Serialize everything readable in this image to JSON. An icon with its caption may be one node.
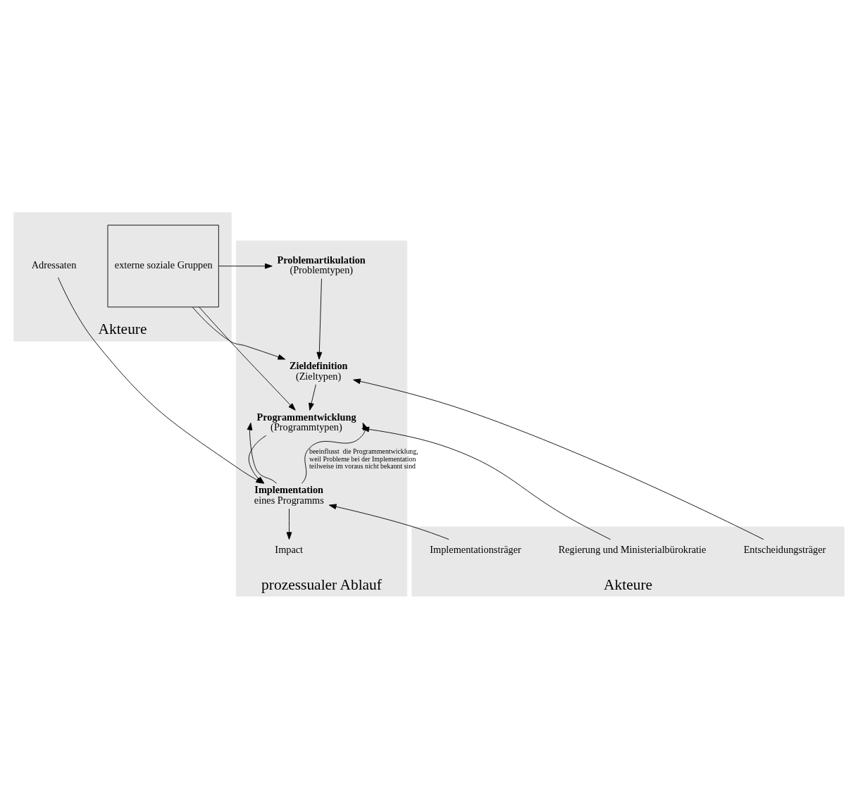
{
  "diagram": {
    "nodes": [
      {
        "text": [
          "Akteure"
        ]
      },
      {
        "text": [
          "prozessualer Ablauf"
        ]
      },
      {
        "text": [
          "Akteure"
        ]
      },
      {
        "text": [
          "Problemartikulation",
          "(Problemtypen)"
        ],
        "in": 1
      },
      {
        "text": [
          "Zieldefinition",
          "(Zieltypen)"
        ],
        "in": 1
      },
      {
        "text": [
          "Programmentwicklung",
          "(Programmtypen)"
        ],
        "in": 1
      },
      {
        "text": [
          "Implementation",
          "eines Programms"
        ],
        "in": 1
      },
      {
        "text": [
          "Impact"
        ],
        "in": 1
      },
      {
        "text": [
          "externe soziale Gruppen"
        ],
        "in": 0
      },
      {
        "text": [
          "Adressaten"
        ],
        "in": 0
      },
      {
        "text": [
          "Entscheidungsträger"
        ],
        "in": 2
      },
      {
        "text": [
          "Regierung und Ministerialbürokratie"
        ],
        "in": 2
      },
      {
        "text": [
          "Implementationsträger"
        ],
        "in": 2
      }
    ],
    "edges": [
      {
        "from": 8,
        "to": 3,
        "arrow": "to"
      },
      {
        "from": 8,
        "to": 4,
        "arrow": "to"
      },
      {
        "from": 8,
        "to": 5,
        "arrow": "to"
      },
      {
        "from": 3,
        "to": 4,
        "arrow": "to"
      },
      {
        "from": 4,
        "to": 5,
        "arrow": "to"
      },
      {
        "from": 5,
        "to": 6,
        "arrow": "to"
      },
      {
        "from": 6,
        "to": 7,
        "arrow": "to"
      },
      {
        "from": 10,
        "to": 4,
        "arrow": "to"
      },
      {
        "from": 11,
        "to": 5,
        "arrow": "to"
      },
      {
        "from": 9,
        "to": 6,
        "arrow": "to"
      },
      {
        "from": 12,
        "to": 6,
        "arrow": "to"
      },
      {
        "from": 6,
        "to": 5,
        "arrow": "to"
      },
      {
        "from": 6,
        "to": 5,
        "arrow": "to",
        "label": "beeinflusst  die Programmentwicklung, weil Probleme bei der Implementation teilweise im voraus nicht bekannt sind"
      }
    ]
  }
}
